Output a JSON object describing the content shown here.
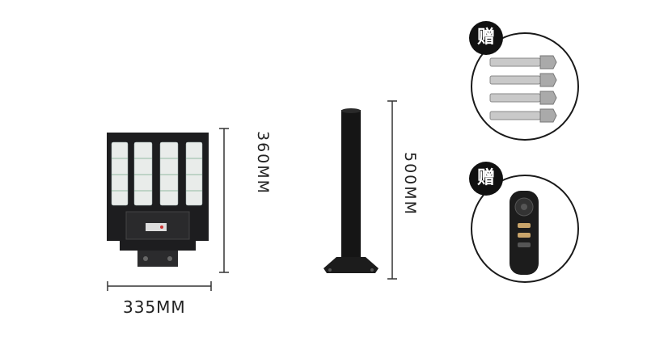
{
  "lamp": {
    "width_label": "335MM",
    "height_label": "360MM"
  },
  "pole": {
    "height_label": "500MM"
  },
  "gifts": [
    {
      "badge": "赠",
      "item_icon": "expansion-bolt-icon"
    },
    {
      "badge": "赠",
      "item_icon": "remote-control-icon"
    }
  ]
}
